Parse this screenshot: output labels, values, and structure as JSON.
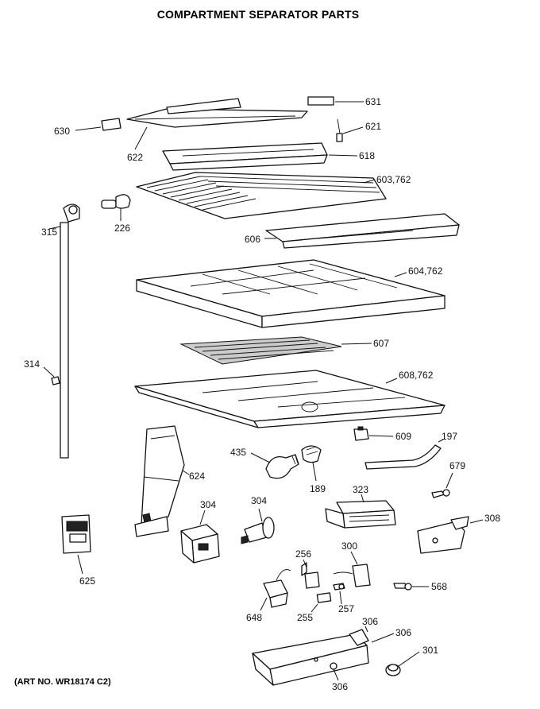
{
  "title": "COMPARTMENT SEPARATOR PARTS",
  "art_number": "(ART NO. WR18174 C2)",
  "callouts": {
    "c631": "631",
    "c621": "621",
    "c618": "618",
    "c630": "630",
    "c622": "622",
    "c603": "603,762",
    "c315": "315",
    "c226": "226",
    "c606": "606",
    "c604": "604,762",
    "c607": "607",
    "c314": "314",
    "c608": "608,762",
    "c609": "609",
    "c197": "197",
    "c435": "435",
    "c624": "624",
    "c189": "189",
    "c323": "323",
    "c679": "679",
    "c304a": "304",
    "c304b": "304",
    "c308": "308",
    "c625": "625",
    "c256": "256",
    "c300": "300",
    "c568": "568",
    "c648": "648",
    "c255": "255",
    "c257": "257",
    "c306a": "306",
    "c306b": "306",
    "c301": "301",
    "c306c": "306"
  }
}
